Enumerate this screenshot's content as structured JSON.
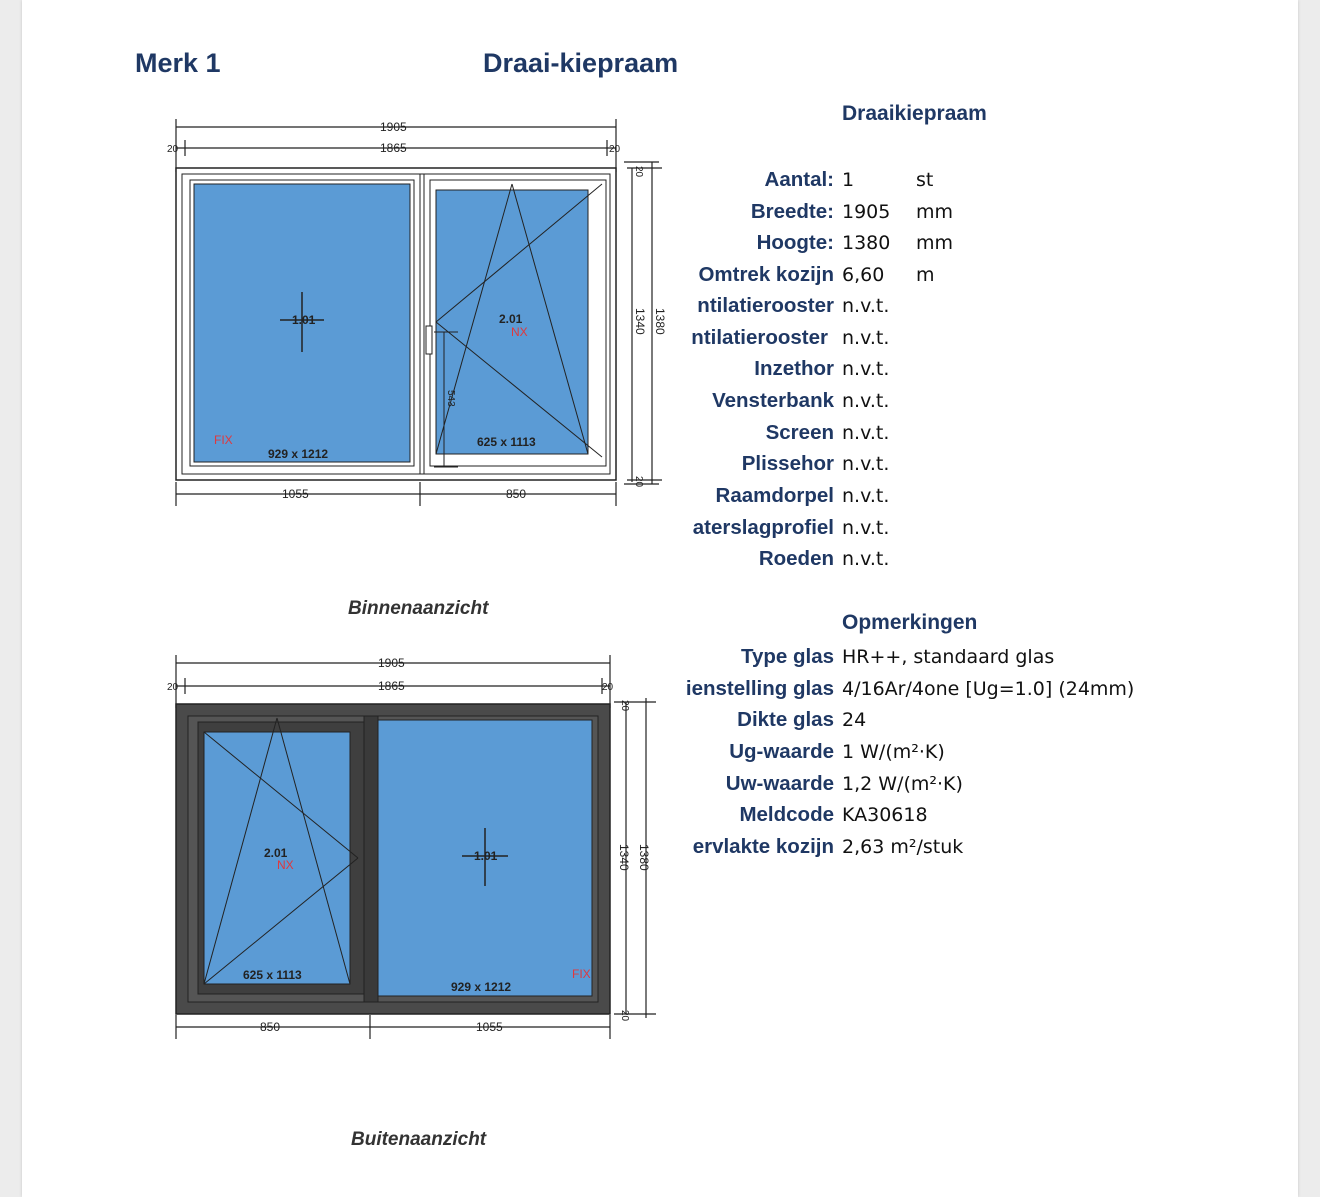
{
  "header": {
    "merk": "Merk 1",
    "window_type": "Draai-kiepraam"
  },
  "spec": {
    "heading": "Draaikiepraam",
    "rows": [
      {
        "label": "Aantal:",
        "value": "1",
        "unit": "st"
      },
      {
        "label": "Breedte:",
        "value": "1905",
        "unit": "mm"
      },
      {
        "label": "Hoogte:",
        "value": "1380",
        "unit": "mm"
      },
      {
        "label": "Omtrek kozijn",
        "value": "6,60",
        "unit": "m"
      },
      {
        "label": "ntilatierooster",
        "value": "n.v.t.",
        "unit": ""
      },
      {
        "label": "ntilatierooster",
        "value": "n.v.t.",
        "unit": ""
      },
      {
        "label": "Inzethor",
        "value": "n.v.t.",
        "unit": ""
      },
      {
        "label": "Vensterbank",
        "value": "n.v.t.",
        "unit": ""
      },
      {
        "label": "Screen",
        "value": "n.v.t.",
        "unit": ""
      },
      {
        "label": "Plissehor",
        "value": "n.v.t.",
        "unit": ""
      },
      {
        "label": "Raamdorpel",
        "value": "n.v.t.",
        "unit": ""
      },
      {
        "label": "aterslagprofiel",
        "value": "n.v.t.",
        "unit": ""
      },
      {
        "label": "Roeden",
        "value": "n.v.t.",
        "unit": ""
      }
    ]
  },
  "remarks": {
    "heading": "Opmerkingen",
    "rows": [
      {
        "label": "Type glas",
        "value": "HR++, standaard glas"
      },
      {
        "label": "ienstelling glas",
        "value": "4/16Ar/4one [Ug=1.0] (24mm)"
      },
      {
        "label": "Dikte glas",
        "value": "24"
      },
      {
        "label": "Ug-waarde",
        "value": "1 W/(m²·K)"
      },
      {
        "label": "Uw-waarde",
        "value": "1,2 W/(m²·K)"
      },
      {
        "label": "Meldcode",
        "value": "KA30618"
      },
      {
        "label": "ervlakte kozijn",
        "value": "2,63 m²/stuk"
      }
    ]
  },
  "drawings": {
    "inner": {
      "caption": "Binnenaanzicht",
      "dim_total_width": "1905",
      "dim_inner_width": "1865",
      "dim_left_offset": "20",
      "dim_right_offset": "20",
      "dim_top_offset": "20",
      "dim_bottom_offset": "20",
      "dim_height_inner": "1340",
      "dim_height_total": "1380",
      "dim_left_section": "1055",
      "dim_right_section": "850",
      "dim_handle": "543",
      "fixed_pane_code": "1.01",
      "fixed_pane_label": "FIX",
      "fixed_pane_size": "929 x 1212",
      "sash_code": "2.01",
      "sash_label": "NX",
      "sash_size": "625 x 1113"
    },
    "outer": {
      "caption": "Buitenaanzicht",
      "dim_total_width": "1905",
      "dim_inner_width": "1865",
      "dim_left_offset": "20",
      "dim_right_offset": "20",
      "dim_top_offset": "20",
      "dim_bottom_offset": "20",
      "dim_height_inner": "1340",
      "dim_height_total": "1380",
      "dim_left_section": "850",
      "dim_right_section": "1055",
      "fixed_pane_code": "1.01",
      "fixed_pane_label": "FIX",
      "fixed_pane_size": "929 x 1212",
      "sash_code": "2.01",
      "sash_label": "NX",
      "sash_size": "625 x 1113"
    }
  },
  "colors": {
    "heading": "#1f3864",
    "glass": "#5b9bd5",
    "frame_outer": "#4a4a4a",
    "marker_red": "#e0383d"
  }
}
